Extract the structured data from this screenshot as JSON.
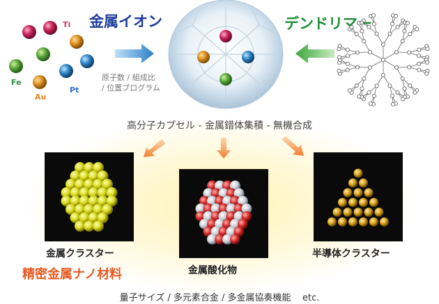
{
  "metal_ion": {
    "title": "金属イオン",
    "elements": [
      {
        "symbol": "Ti",
        "color": "#d23a6a"
      },
      {
        "symbol": "Fe",
        "color": "#2f8f3a"
      },
      {
        "symbol": "Au",
        "color": "#e0861e"
      },
      {
        "symbol": "Pt",
        "color": "#2b6fd2"
      }
    ],
    "note_line1": "原子数 / 組成比",
    "note_line2": "/ 位置プログラム"
  },
  "dendrimer": {
    "title": "デンドリマー"
  },
  "process_label": "高分子カプセル - 金属錯体集積 - 無機合成",
  "products": [
    {
      "label": "金属クラスター",
      "color": "#d8d824"
    },
    {
      "label": "金属酸化物",
      "color": "#d52a2a"
    },
    {
      "label": "半導体クラスター",
      "color": "#d9a51f"
    }
  ],
  "highlight": "精密金属ナノ材料",
  "footer": {
    "text": "量子サイズ / 多元素合金 / 多金属協奏機能",
    "etc": "etc."
  },
  "colors": {
    "ion_title": "#1f3c9a",
    "dendrimer_title": "#1f8f3a",
    "arrow_blue": "#2c7fc9",
    "arrow_green": "#3aa63a",
    "arrow_orange": "#f08030",
    "highlight": "#e85a22"
  }
}
